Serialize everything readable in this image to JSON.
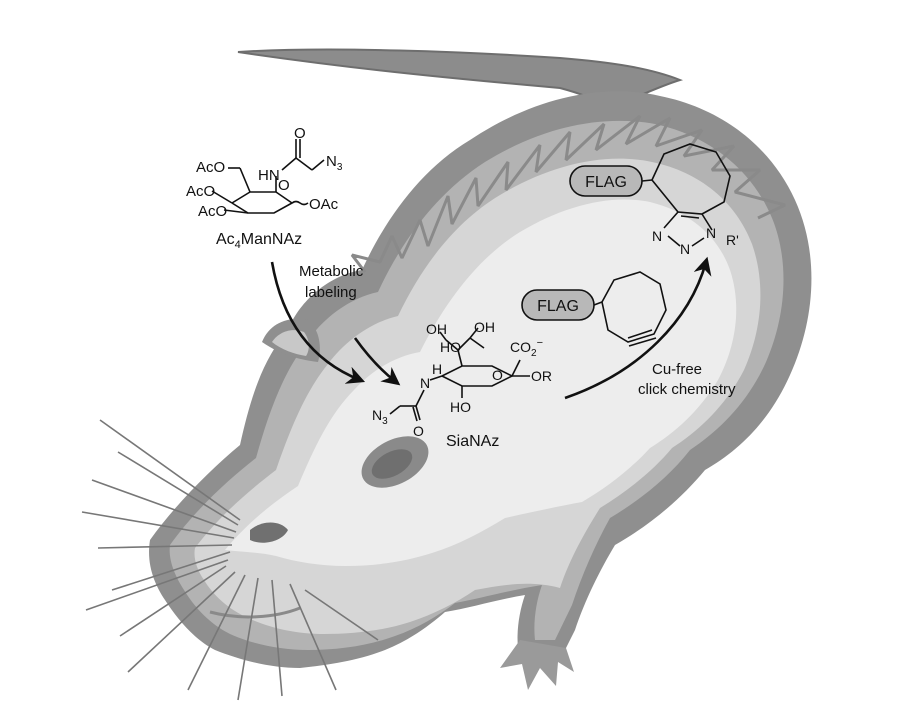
{
  "structures": {
    "ac4mannaz": {
      "name": "Ac",
      "name_sub": "4",
      "name_rest": "ManNAz",
      "carbonyl_o": "O",
      "hn": "HN",
      "azide": "N",
      "azide_sub": "3",
      "aco_1": "AcO",
      "aco_2": "AcO",
      "aco_3": "AcO",
      "ring_o": "O",
      "oac": "OAc"
    },
    "sianaz": {
      "name": "SiaNAz",
      "oh_1": "OH",
      "ho_1": "HO",
      "oh_2": "OH",
      "co2": "CO",
      "co2_sub": "2",
      "co2_sup": "−",
      "h": "H",
      "n": "N",
      "ring_o": "O",
      "or": "OR",
      "ho_2": "HO",
      "azide": "N",
      "azide_sub": "3",
      "carbonyl_o": "O"
    },
    "reagent": {
      "flag": "FLAG"
    },
    "product": {
      "flag": "FLAG",
      "n_1": "N",
      "n_2": "N",
      "n_3": "N",
      "r_prime": "R'"
    }
  },
  "steps": {
    "step1_line1": "Metabolic",
    "step1_line2": "labeling",
    "step2_line1": "Cu-free",
    "step2_line2": "click chemistry"
  },
  "colors": {
    "dark": "#7a7a7a",
    "mid": "#a7a7a7",
    "light": "#d4d4d4",
    "pale": "#ececec",
    "ink": "#111111"
  }
}
